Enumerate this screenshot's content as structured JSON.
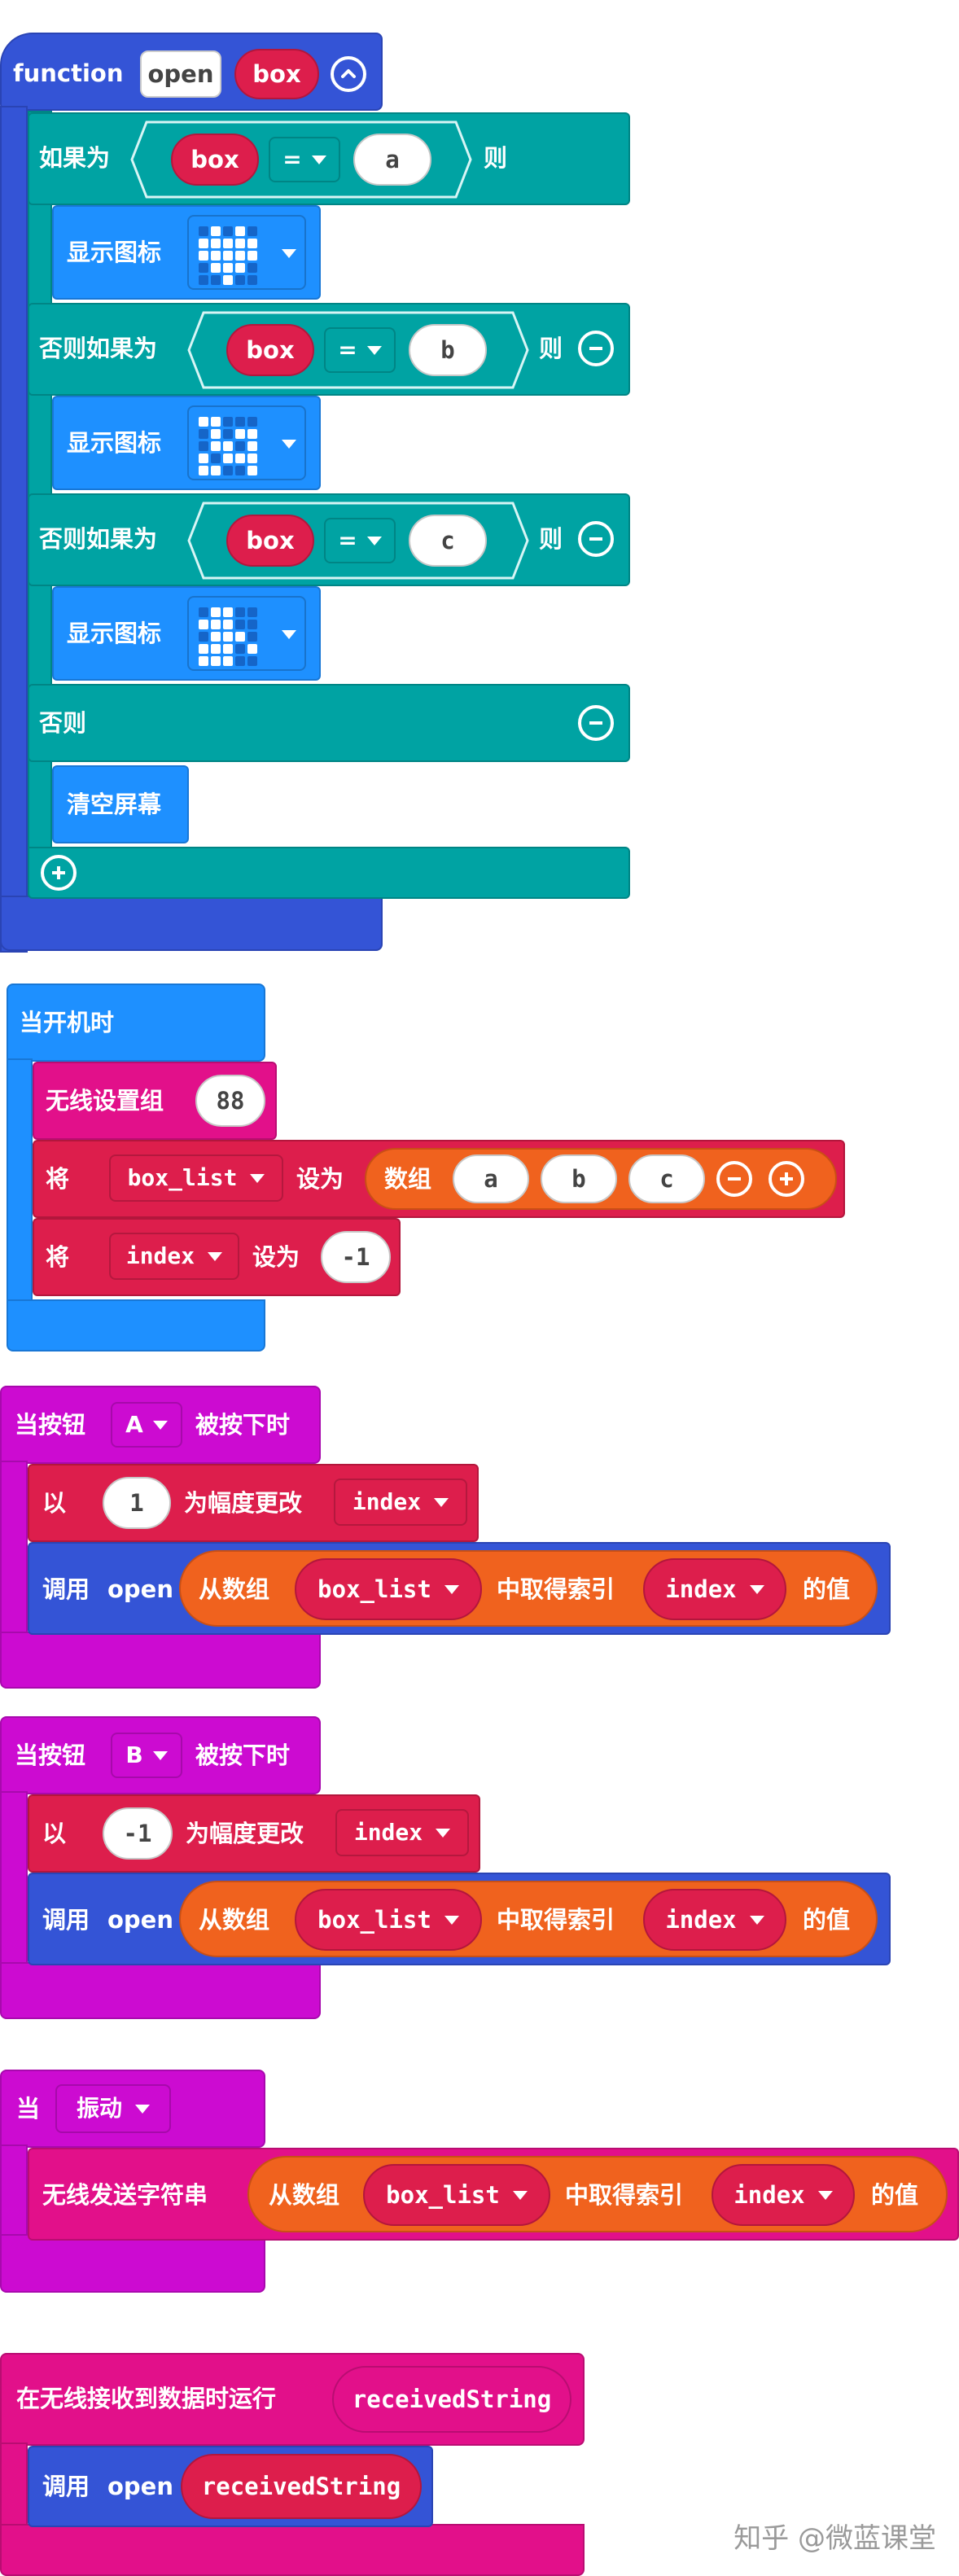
{
  "func": {
    "keyword": "function",
    "name": "open",
    "param": "box"
  },
  "ifblock": {
    "if_label": "如果为",
    "elseif_label": "否则如果为",
    "else_label": "否则",
    "then_label": "则",
    "var": "box",
    "op": "=",
    "values": [
      "a",
      "b",
      "c"
    ],
    "show_icon": "显示图标",
    "clear_screen": "清空屏幕"
  },
  "start": {
    "hat": "当开机时",
    "radio_group": "无线设置组",
    "group_value": "88",
    "set_word": "将",
    "set_to": "设为",
    "box_list": "box_list",
    "array_label": "数组",
    "array_items": [
      "a",
      "b",
      "c"
    ],
    "index_var": "index",
    "index_value": "-1"
  },
  "btnA": {
    "hat_prefix": "当按钮",
    "button": "A",
    "hat_suffix": "被按下时",
    "by_word": "以",
    "amount": "1",
    "change_label": "为幅度更改",
    "var": "index",
    "call": "调用",
    "func": "open",
    "from_array": "从数组",
    "array": "box_list",
    "get_index": "中取得索引",
    "index": "index",
    "value_of": "的值"
  },
  "btnB": {
    "hat_prefix": "当按钮",
    "button": "B",
    "hat_suffix": "被按下时",
    "by_word": "以",
    "amount": "-1",
    "change_label": "为幅度更改",
    "var": "index",
    "call": "调用",
    "func": "open",
    "from_array": "从数组",
    "array": "box_list",
    "get_index": "中取得索引",
    "index": "index",
    "value_of": "的值"
  },
  "shake": {
    "hat_prefix": "当",
    "gesture": "振动",
    "send_string": "无线发送字符串",
    "from_array": "从数组",
    "array": "box_list",
    "get_index": "中取得索引",
    "index": "index",
    "value_of": "的值"
  },
  "radio": {
    "hat": "在无线接收到数据时运行",
    "param": "receivedString",
    "call": "调用",
    "func": "open",
    "arg": "receivedString"
  },
  "watermark": "知乎 @微蓝课堂",
  "colors": {
    "function": "#3454d6",
    "logic": "#00a3a3",
    "basic": "#1e90ff",
    "input": "#cc0bd1",
    "variables": "#dd1e4c",
    "radio": "#e2108a",
    "arrays": "#f0621e"
  },
  "icons": {
    "heart": [
      [
        0,
        1,
        0,
        1,
        0
      ],
      [
        1,
        1,
        1,
        1,
        1
      ],
      [
        1,
        1,
        1,
        1,
        1
      ],
      [
        0,
        1,
        1,
        1,
        0
      ],
      [
        0,
        0,
        1,
        0,
        0
      ]
    ],
    "icon_b": [
      [
        1,
        1,
        0,
        0,
        0
      ],
      [
        0,
        1,
        0,
        1,
        1
      ],
      [
        0,
        1,
        1,
        0,
        1
      ],
      [
        1,
        0,
        1,
        1,
        1
      ],
      [
        1,
        1,
        0,
        0,
        1
      ]
    ],
    "icon_c": [
      [
        0,
        1,
        1,
        0,
        0
      ],
      [
        1,
        1,
        1,
        0,
        0
      ],
      [
        0,
        1,
        1,
        1,
        0
      ],
      [
        1,
        1,
        1,
        0,
        1
      ],
      [
        1,
        1,
        1,
        0,
        0
      ]
    ]
  }
}
